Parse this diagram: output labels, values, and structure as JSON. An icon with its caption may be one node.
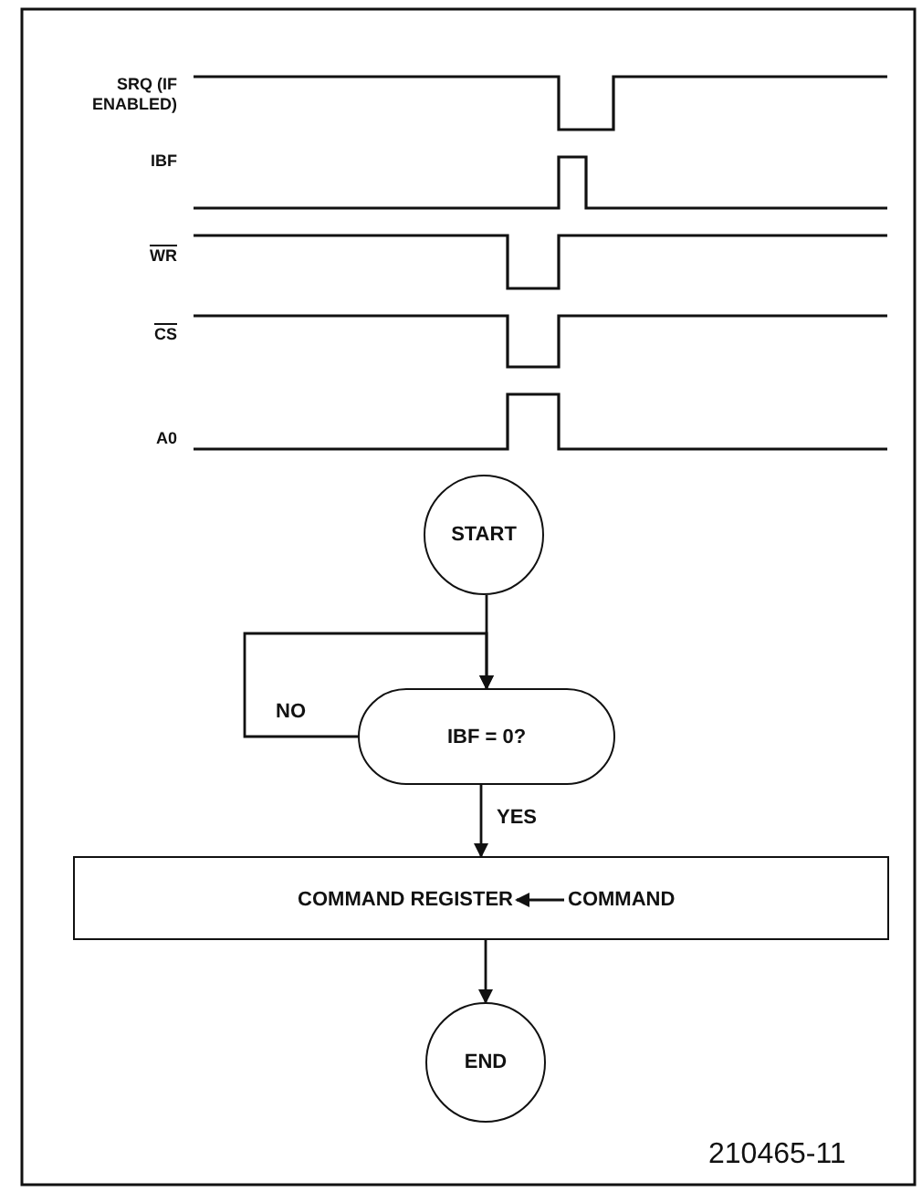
{
  "diagram": {
    "nodes": [
      {
        "text": [
          "START"
        ]
      },
      {
        "text": [
          "IBF = 0?"
        ]
      },
      {
        "text": [],
        "shape": "box"
      },
      {
        "text": [
          "COMMAND REGISTER"
        ],
        "in": 2
      },
      {
        "text": [
          "COMMAND"
        ],
        "in": 2
      },
      {
        "text": [
          "END"
        ]
      }
    ],
    "edges": [
      {
        "from": 0,
        "to": 1,
        "arrow": "to"
      },
      {
        "from": 1,
        "to": 1,
        "arrow": "to",
        "label": "NO"
      },
      {
        "from": 1,
        "to": 2,
        "arrow": "to",
        "label": "YES"
      },
      {
        "from": 4,
        "to": 3,
        "arrow": "to"
      },
      {
        "from": 2,
        "to": 5,
        "arrow": "to"
      }
    ],
    "labels": [
      "SRQ (IF ENABLED)",
      "IBF",
      "WR",
      "CS",
      "A0",
      "210465-11"
    ]
  }
}
